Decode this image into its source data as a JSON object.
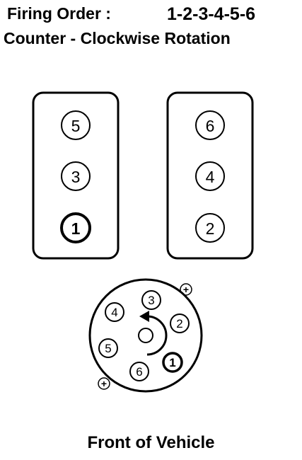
{
  "header": {
    "firing_order_label": "Firing Order :",
    "firing_order_value": "1-2-3-4-5-6",
    "rotation": "Counter - Clockwise Rotation"
  },
  "left_bank": [
    "5",
    "3",
    "1"
  ],
  "right_bank": [
    "6",
    "4",
    "2"
  ],
  "distributor": {
    "terminals": [
      "1",
      "2",
      "3",
      "4",
      "5",
      "6"
    ],
    "plus_symbols": [
      "+",
      "+"
    ]
  },
  "footer": {
    "label": "Front of Vehicle"
  },
  "highlight_cylinder": "1"
}
